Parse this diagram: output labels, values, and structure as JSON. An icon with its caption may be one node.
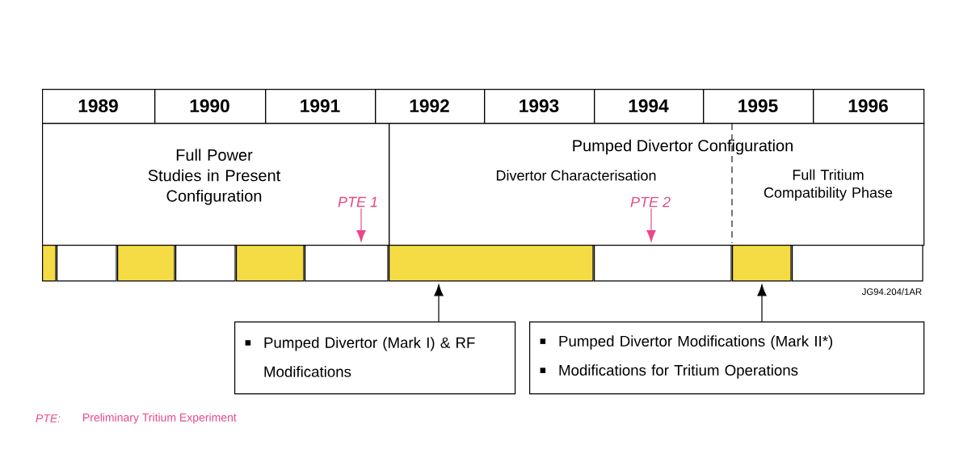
{
  "diagram": {
    "nodes": [
      {
        "text": [
          "1989"
        ]
      },
      {
        "text": [
          "1990"
        ]
      },
      {
        "text": [
          "1991"
        ]
      },
      {
        "text": [
          "1992"
        ]
      },
      {
        "text": [
          "1993"
        ]
      },
      {
        "text": [
          "1994"
        ]
      },
      {
        "text": [
          "1995"
        ]
      },
      {
        "text": [
          "1996"
        ]
      },
      {
        "text": [
          "Full Power Studies in Present Configuration"
        ]
      },
      {
        "text": [
          "Pumped Divertor Configuration"
        ]
      },
      {
        "text": [
          "Divertor Characterisation"
        ],
        "in": 9
      },
      {
        "text": [
          "Full Tritium Compatibility Phase"
        ],
        "in": 9
      },
      {
        "text": [
          "PTE 1"
        ],
        "in": 8
      },
      {
        "text": [
          "PTE 2"
        ],
        "in": 9
      },
      {
        "text": [],
        "shape": "bar"
      },
      {
        "text": [],
        "shape": "bar"
      },
      {
        "text": [],
        "shape": "bar"
      },
      {
        "text": [],
        "shape": "bar"
      },
      {
        "text": [],
        "shape": "bar"
      },
      {
        "text": [],
        "shape": "bar"
      },
      {
        "text": [],
        "shape": "bar"
      },
      {
        "text": [],
        "shape": "bar"
      },
      {
        "text": [],
        "shape": "bar"
      },
      {
        "text": [],
        "shape": "bar"
      },
      {
        "text": [
          "Pumped Divertor (Mark I) & RF Modifications"
        ]
      },
      {
        "text": [
          "Pumped Divertor Modifications (Mark II*)",
          "Modifications for Tritium Operations"
        ]
      }
    ],
    "edges": [
      {
        "from": 12,
        "to": 19,
        "arrow": "to",
        "color": "#e8488a"
      },
      {
        "from": 13,
        "to": 21,
        "arrow": "to",
        "color": "#e8488a"
      },
      {
        "from": 24,
        "to": 20,
        "arrow": "to",
        "color": "#000000"
      },
      {
        "from": 25,
        "to": 22,
        "arrow": "to",
        "color": "#000000"
      }
    ],
    "labels": [
      "JG94.204/1AR",
      "PTE:",
      "Preliminary Tritium Experiment"
    ]
  }
}
